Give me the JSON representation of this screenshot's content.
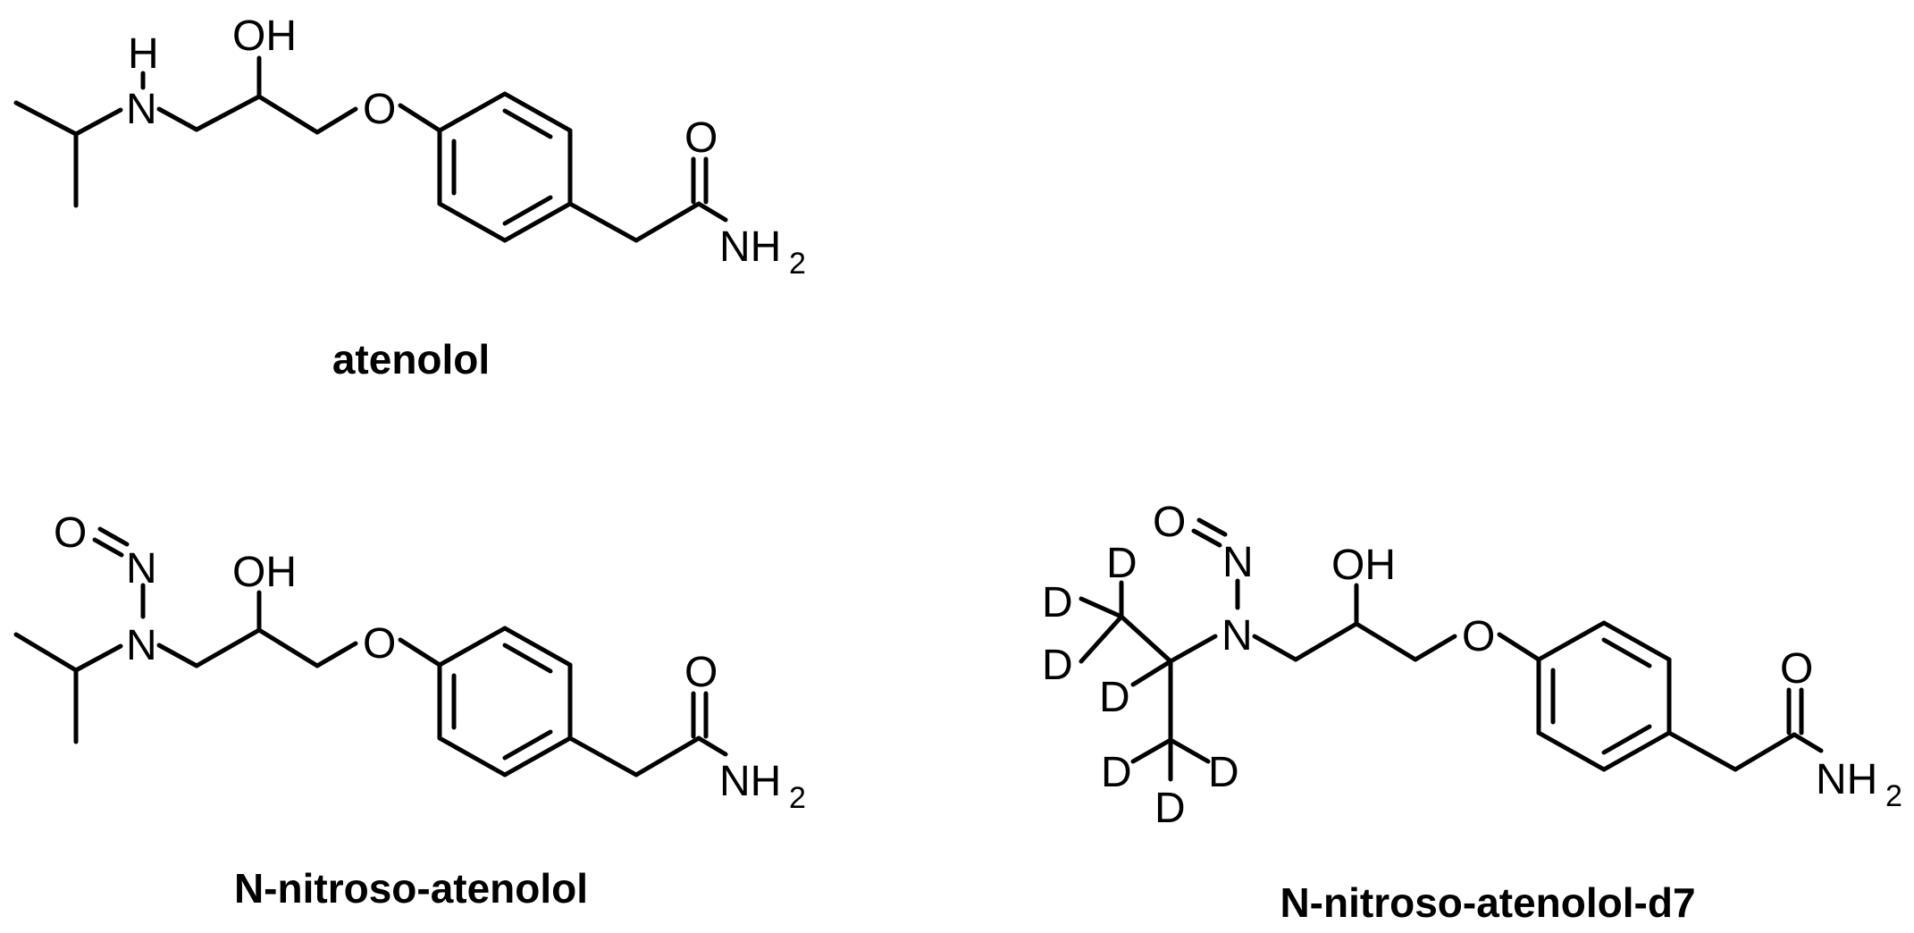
{
  "atoms": {
    "oh": "OH",
    "o": "O",
    "n": "N",
    "h": "H",
    "nh": "NH",
    "two": "2",
    "d": "D"
  },
  "molecules": [
    {
      "id": "atenolol",
      "caption": "atenolol"
    },
    {
      "id": "n-nitroso-atenolol",
      "caption": "N-nitroso-atenolol"
    },
    {
      "id": "n-nitroso-atenolol-d7",
      "caption": "N-nitroso-atenolol-d7"
    }
  ],
  "colors": {
    "ink": "#000000",
    "background": "#ffffff"
  }
}
